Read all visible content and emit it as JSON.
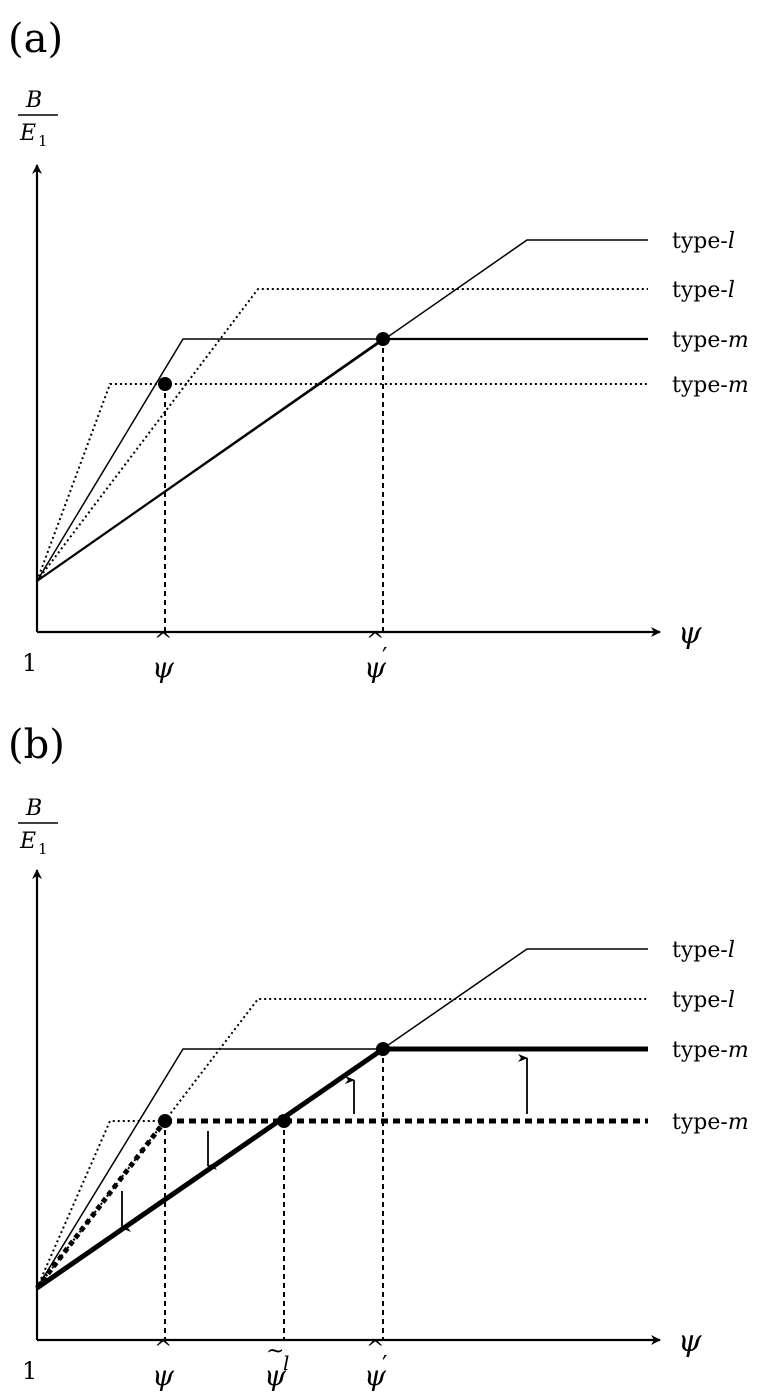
{
  "panels": [
    {
      "id": "a",
      "label": "(a)",
      "y_axis_label": {
        "numerator": "B",
        "denominator": "E",
        "subscript": "1"
      },
      "x_axis_label": "ψ",
      "origin_label": "1",
      "x_ticks": [
        {
          "base": "ψ",
          "accent": "^",
          "suffix": ""
        },
        {
          "base": "ψ",
          "accent": "^",
          "suffix": "′"
        }
      ],
      "line_labels": [
        {
          "prefix": "type-",
          "letter": "l"
        },
        {
          "prefix": "type-",
          "letter": "l"
        },
        {
          "prefix": "type-",
          "letter": "m"
        },
        {
          "prefix": "type-",
          "letter": "m"
        }
      ]
    },
    {
      "id": "b",
      "label": "(b)",
      "y_axis_label": {
        "numerator": "B",
        "denominator": "E",
        "subscript": "1"
      },
      "x_axis_label": "ψ",
      "origin_label": "1",
      "x_ticks": [
        {
          "base": "ψ",
          "accent": "^",
          "suffix": ""
        },
        {
          "base": "ψ",
          "accent": "~",
          "suffix": "l"
        },
        {
          "base": "ψ",
          "accent": "^",
          "suffix": "′"
        }
      ],
      "line_labels": [
        {
          "prefix": "type-",
          "letter": "l"
        },
        {
          "prefix": "type-",
          "letter": "l"
        },
        {
          "prefix": "type-",
          "letter": "m"
        },
        {
          "prefix": "type-",
          "letter": "m"
        }
      ]
    }
  ]
}
